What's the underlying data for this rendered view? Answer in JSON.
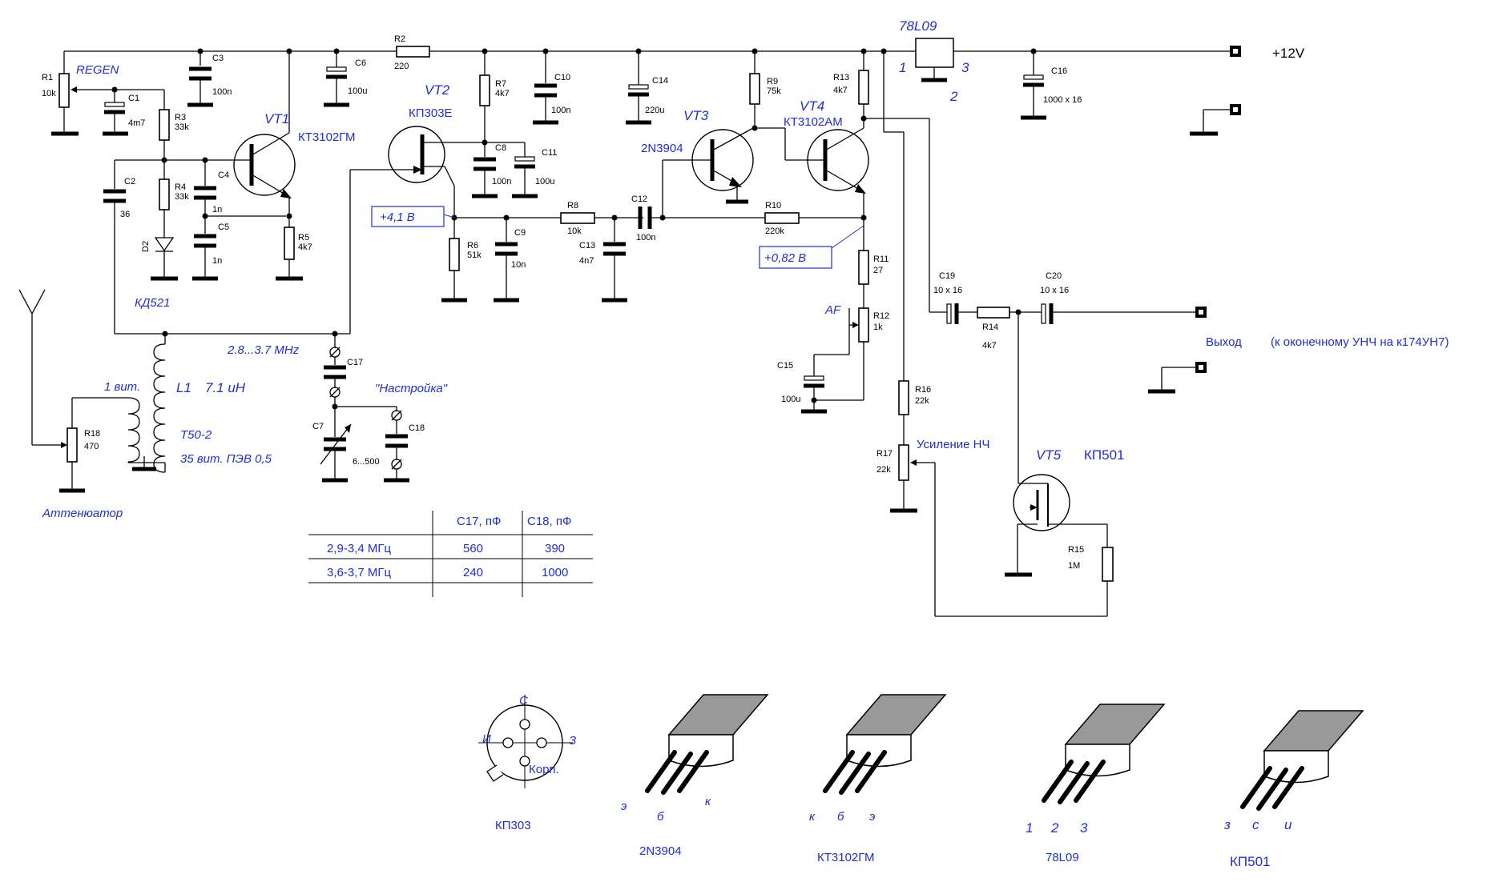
{
  "supply": {
    "label": "+12V"
  },
  "regulator": {
    "name": "78L09",
    "pin1": "1",
    "pin2": "2",
    "pin3": "3"
  },
  "components": {
    "R1": {
      "ref": "R1",
      "value": "10k",
      "function": "REGEN"
    },
    "C1": {
      "ref": "C1",
      "value": "4m7"
    },
    "C3": {
      "ref": "C3",
      "value": "100n"
    },
    "R3": {
      "ref": "R3",
      "value": "33k"
    },
    "C2": {
      "ref": "C2",
      "value": "36"
    },
    "R4": {
      "ref": "R4",
      "value": "33k"
    },
    "C4": {
      "ref": "C4",
      "value": "1n"
    },
    "C5": {
      "ref": "C5",
      "value": "1n"
    },
    "D2": {
      "ref": "D2",
      "type": "КД521"
    },
    "R5": {
      "ref": "R5",
      "value": "4k7"
    },
    "C6": {
      "ref": "C6",
      "value": "100u"
    },
    "R2": {
      "ref": "R2",
      "value": "220"
    },
    "R7": {
      "ref": "R7",
      "value": "4k7"
    },
    "C8": {
      "ref": "C8",
      "value": "100n"
    },
    "C11": {
      "ref": "C11",
      "value": "100u"
    },
    "C10": {
      "ref": "C10",
      "value": "100n"
    },
    "C14": {
      "ref": "C14",
      "value": "220u"
    },
    "R9": {
      "ref": "R9",
      "value": "75k"
    },
    "R13": {
      "ref": "R13",
      "value": "4k7"
    },
    "C16": {
      "ref": "C16",
      "value": "1000 x 16"
    },
    "R6": {
      "ref": "R6",
      "value": "51k"
    },
    "C9": {
      "ref": "C9",
      "value": "10n"
    },
    "R8": {
      "ref": "R8",
      "value": "10k"
    },
    "C12": {
      "ref": "C12",
      "value": "100n"
    },
    "C13": {
      "ref": "C13",
      "value": "4n7"
    },
    "R10": {
      "ref": "R10",
      "value": "220k"
    },
    "R11": {
      "ref": "R11",
      "value": "27"
    },
    "R12": {
      "ref": "R12",
      "value": "1k",
      "function": "AF"
    },
    "C15": {
      "ref": "C15",
      "value": "100u"
    },
    "C19": {
      "ref": "C19",
      "value": "10 x 16"
    },
    "R14": {
      "ref": "R14",
      "value": "4k7"
    },
    "C20": {
      "ref": "C20",
      "value": "10 x 16"
    },
    "R16": {
      "ref": "R16",
      "value": "22k"
    },
    "R17": {
      "ref": "R17",
      "value": "22k",
      "function": "Усиление НЧ"
    },
    "R15": {
      "ref": "R15",
      "value": "1M"
    },
    "R18": {
      "ref": "R18",
      "value": "470",
      "function": "Аттенюатор"
    },
    "C17": {
      "ref": "C17"
    },
    "C18": {
      "ref": "C18"
    },
    "C7": {
      "ref": "C7",
      "value": "6...500"
    }
  },
  "transistors": {
    "VT1": {
      "ref": "VT1",
      "type": "КТ3102ГМ"
    },
    "VT2": {
      "ref": "VT2",
      "type": "КП303Е"
    },
    "VT3": {
      "ref": "VT3",
      "type": "2N3904"
    },
    "VT4": {
      "ref": "VT4",
      "type": "КТ3102АМ"
    },
    "VT5": {
      "ref": "VT5",
      "type": "КП501"
    }
  },
  "coil": {
    "ref": "L1",
    "inductance": "7.1 иН",
    "primary": "1 вит.",
    "core": "Т50-2",
    "secondary": "35 вит. ПЭВ 0,5",
    "band": "2.8...3.7 MHz"
  },
  "tuning": {
    "label": "\"Настройка\""
  },
  "voltages": {
    "vt2_source": "+4,1 В",
    "vt4_emitter": "+0,82 В"
  },
  "output": {
    "label": "Выход",
    "note": "(к оконечному УНЧ на к174УН7)"
  },
  "table": {
    "headers": [
      "",
      "С17, пФ",
      "С18,  пФ"
    ],
    "rows": [
      [
        "2,9-3,4 МГц",
        "560",
        "390"
      ],
      [
        "3,6-3,7 МГц",
        "240",
        "1000"
      ]
    ]
  },
  "pinouts": {
    "kp303": {
      "name": "КП303",
      "pins": [
        "С",
        "И",
        "З",
        "Корп."
      ]
    },
    "n3904": {
      "name": "2N3904",
      "pins": [
        "э",
        "б",
        "к"
      ]
    },
    "kt3102": {
      "name": "КТ3102ГМ",
      "pins": [
        "к",
        "б",
        "э"
      ]
    },
    "l78l09": {
      "name": "78L09",
      "pins": [
        "1",
        "2",
        "3"
      ]
    },
    "kp501": {
      "name": "КП501",
      "pins": [
        "з",
        "с",
        "и"
      ]
    }
  }
}
